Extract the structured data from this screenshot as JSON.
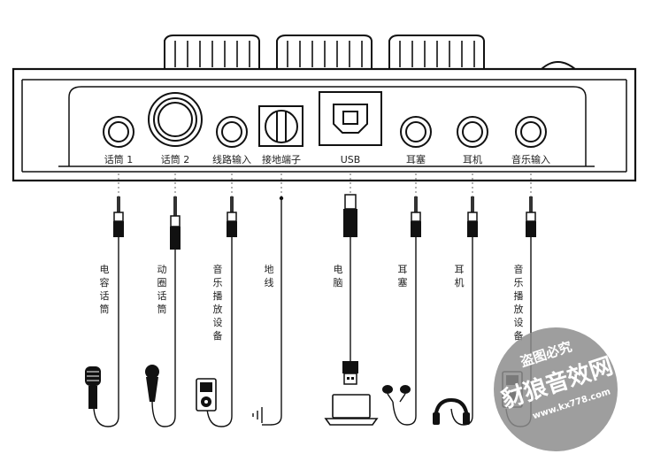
{
  "ports": [
    {
      "id": "mic1",
      "label": "话筒 1"
    },
    {
      "id": "mic2",
      "label": "话筒 2"
    },
    {
      "id": "line_in",
      "label": "线路输入"
    },
    {
      "id": "ground",
      "label": "接地端子"
    },
    {
      "id": "usb",
      "label": "USB"
    },
    {
      "id": "earbud",
      "label": "耳塞"
    },
    {
      "id": "headphone",
      "label": "耳机"
    },
    {
      "id": "music_in",
      "label": "音乐输入"
    }
  ],
  "devices": [
    {
      "id": "condenser",
      "label": "电容话筒",
      "icon": "condenser-mic-icon"
    },
    {
      "id": "dynamic",
      "label": "动圈话筒",
      "icon": "dynamic-mic-icon"
    },
    {
      "id": "player1",
      "label": "音乐播放设备",
      "icon": "music-player-icon"
    },
    {
      "id": "ground",
      "label": "地线",
      "icon": "ground-icon"
    },
    {
      "id": "pc",
      "label": "电脑",
      "icon": "laptop-icon"
    },
    {
      "id": "earbud",
      "label": "耳塞",
      "icon": "earbuds-icon"
    },
    {
      "id": "headphone",
      "label": "耳机",
      "icon": "headphones-icon"
    },
    {
      "id": "player2",
      "label": "音乐播放设备",
      "icon": "music-player-icon"
    }
  ],
  "watermark": {
    "line1": "盗图必究",
    "line2": "豺狼音效网",
    "url": "www.kx778.com"
  }
}
